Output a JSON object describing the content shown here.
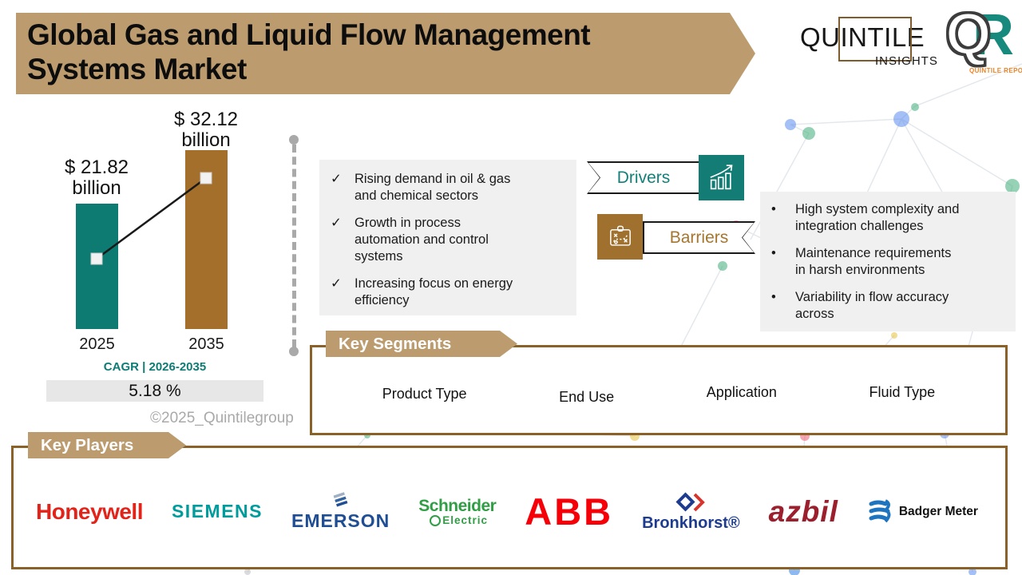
{
  "slide": {
    "title_line1": "Global Gas and Liquid Flow Management",
    "title_line2": "Systems Market",
    "watermark": "©2025_Quintilegroup"
  },
  "brand": {
    "quintile": "QUINTILE",
    "insights": "INSIGHTS",
    "qr_q": "Q",
    "qr_r": "R",
    "qr_caption": "QUINTILE REPORTS"
  },
  "colors": {
    "accent_tan": "#bc9c6e",
    "teal": "#0d7b72",
    "brown": "#a36f2b",
    "box_border_brown": "#8a6128"
  },
  "chart": {
    "value_label_2025": "$ 21.82 billion",
    "value_label_2035": "$ 32.12 billion",
    "year_2025": "2025",
    "year_2035": "2035",
    "cagr_title": "CAGR | 2026-2035",
    "cagr_value": "5.18 %"
  },
  "chart_data": {
    "type": "bar",
    "categories": [
      "2025",
      "2035"
    ],
    "values": [
      21.82,
      32.12
    ],
    "unit": "USD billion",
    "data_labels": [
      "$ 21.82 billion",
      "$ 32.12 billion"
    ],
    "series_colors": [
      "#0d7b72",
      "#a36f2b"
    ],
    "cagr_value_pct": 5.18,
    "cagr_period": "2026-2035",
    "legend": "none",
    "grid": false
  },
  "icons": {
    "check": "✓",
    "bullet": "•"
  },
  "drivers": {
    "title": "Drivers",
    "items": [
      "Rising demand in oil & gas\nand chemical sectors",
      "Growth in process\nautomation and control\nsystems",
      "Increasing focus on energy\nefficiency"
    ]
  },
  "barriers": {
    "title": "Barriers",
    "items": [
      "High system complexity and\nintegration challenges",
      "Maintenance requirements\nin harsh environments",
      "Variability in flow accuracy\nacross"
    ]
  },
  "segments": {
    "banner": "Key Segments",
    "items": [
      "Product Type",
      "End Use",
      "Application",
      "Fluid Type"
    ]
  },
  "players": {
    "banner": "Key Players",
    "honeywell": "Honeywell",
    "siemens": "SIEMENS",
    "emerson": "EMERSON",
    "schneider_line1": "Schneider",
    "schneider_line2": "Electric",
    "abb": "ABB",
    "bronkhorst": "Bronkhorst®",
    "azbil": "azbil",
    "badger": "Badger Meter"
  }
}
